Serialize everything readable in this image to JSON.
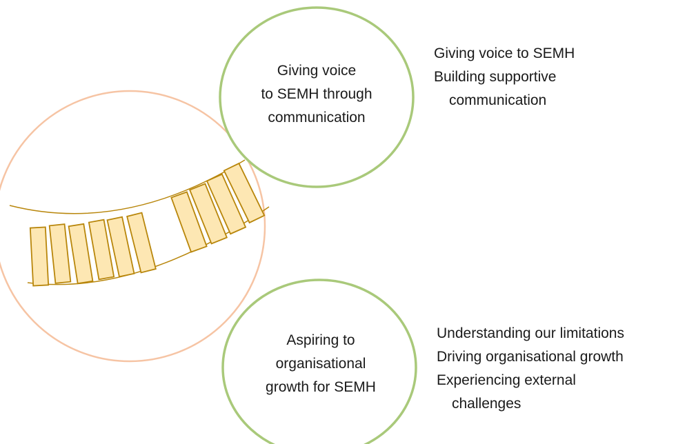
{
  "colors": {
    "outer_circle": "#f6c4a4",
    "theme_circle": "#a9c97a",
    "bridge_stroke": "#b8860b",
    "plank_fill": "#fde7b3",
    "plank_stroke": "#b8860b",
    "text": "#1a1a1a"
  },
  "themes": [
    {
      "title": "Giving voice\nto SEMH through\ncommunication",
      "subthemes": [
        {
          "text": "Giving voice to SEMH",
          "wrap": ""
        },
        {
          "text": "Building supportive",
          "wrap": "communication"
        }
      ]
    },
    {
      "title": "Aspiring to\norganisational\ngrowth for SEMH",
      "subthemes": [
        {
          "text": "Understanding our limitations",
          "wrap": ""
        },
        {
          "text": "Driving organisational growth",
          "wrap": ""
        },
        {
          "text": "Experiencing external",
          "wrap": "challenges"
        }
      ]
    }
  ],
  "icons": {
    "bridge": "bridge-icon"
  }
}
